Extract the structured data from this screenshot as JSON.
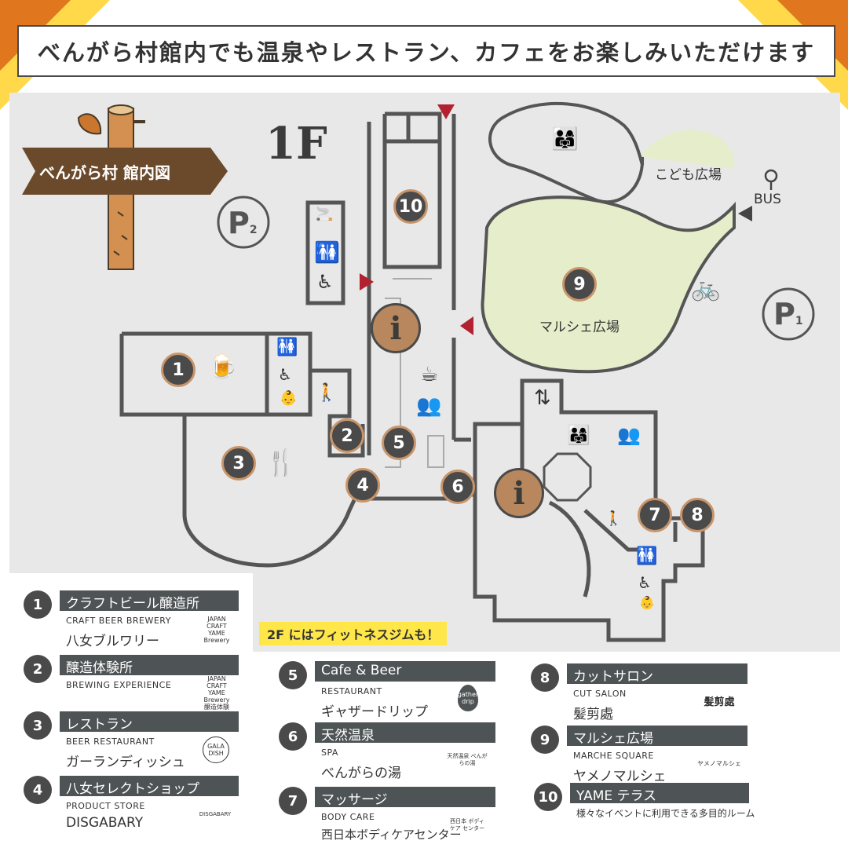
{
  "banner": {
    "text": "べんがら村館内でも温泉やレストラン、カフェをお楽しみいただけます"
  },
  "map": {
    "floor": "1F",
    "sign": "べんがら村 館内図",
    "parking1": "P",
    "parking1_sub": "1",
    "parking2": "P",
    "parking2_sub": "2",
    "kids_area": "こども広場",
    "bus": "BUS",
    "marche_area": "マルシェ広場",
    "info_glyph": "i",
    "gym_note": "2F にはフィットネスジムも！",
    "markers": [
      "1",
      "2",
      "3",
      "4",
      "5",
      "6",
      "7",
      "8",
      "9",
      "10"
    ]
  },
  "icons": {
    "beer": "beer-glass-icon",
    "cutlery": "fork-knife-icon",
    "toilet": "restroom-icon",
    "wheelchair": "wheelchair-icon",
    "baby": "baby-care-icon",
    "stairs": "stairs-icon",
    "smoking": "smoking-area-icon",
    "cafe": "coffee-cup-icon",
    "seating": "lounge-seating-icon",
    "elevator": "elevator-icon",
    "kids": "children-icon",
    "bicycle": "bicycle-icon",
    "entrance": "entrance-arrow-icon"
  },
  "legend": [
    {
      "num": "1",
      "title": "クラフトビール醸造所",
      "sub": "CRAFT BEER BREWERY",
      "name": "八女ブルワリー",
      "logo": "JAPAN CRAFT YAME Brewery"
    },
    {
      "num": "2",
      "title": "醸造体験所",
      "sub": "BREWING EXPERIENCE",
      "name": "",
      "logo": "JAPAN CRAFT YAME Brewery 醸造体験"
    },
    {
      "num": "3",
      "title": "レストラン",
      "sub": "BEER RESTAURANT",
      "name": "ガーランディッシュ",
      "logo": "GALA DISH"
    },
    {
      "num": "4",
      "title": "八女セレクトショップ",
      "sub": "PRODUCT STORE",
      "name": "DISGABARY",
      "logo": "DISGABARY"
    },
    {
      "num": "5",
      "title": "Cafe & Beer",
      "sub": "RESTAURANT",
      "name": "ギャザードリップ",
      "logo": "gather drip"
    },
    {
      "num": "6",
      "title": "天然温泉",
      "sub": "SPA",
      "name": "べんがらの湯",
      "logo": "天然温泉 べんがらの湯"
    },
    {
      "num": "7",
      "title": "マッサージ",
      "sub": "BODY CARE",
      "name": "西日本ボディケアセンター",
      "logo": "西日本 ボディケア センター"
    },
    {
      "num": "8",
      "title": "カットサロン",
      "sub": "CUT SALON",
      "name": "髪剪處",
      "logo": "髪剪處"
    },
    {
      "num": "9",
      "title": "マルシェ広場",
      "sub": "MARCHE SQUARE",
      "name": "ヤメノマルシェ",
      "logo": "ヤメノマルシェ"
    },
    {
      "num": "10",
      "title": "YAME テラス",
      "sub": "",
      "name": "",
      "desc": "様々なイベントに利用できる多目的ルーム"
    }
  ],
  "colors": {
    "corner_orange": "#e0761e",
    "corner_yellow": "#ffd94a",
    "map_bg": "#e8e8e8",
    "green_area": "#e5edcb",
    "marker_dark": "#4a4a4a",
    "info_brown": "#b9875d",
    "sign_brown": "#6b4a2c",
    "post_orange": "#d49050",
    "entrance_red": "#b32030",
    "highlight_yellow": "#ffe74a",
    "legend_bar": "#4e5355"
  }
}
